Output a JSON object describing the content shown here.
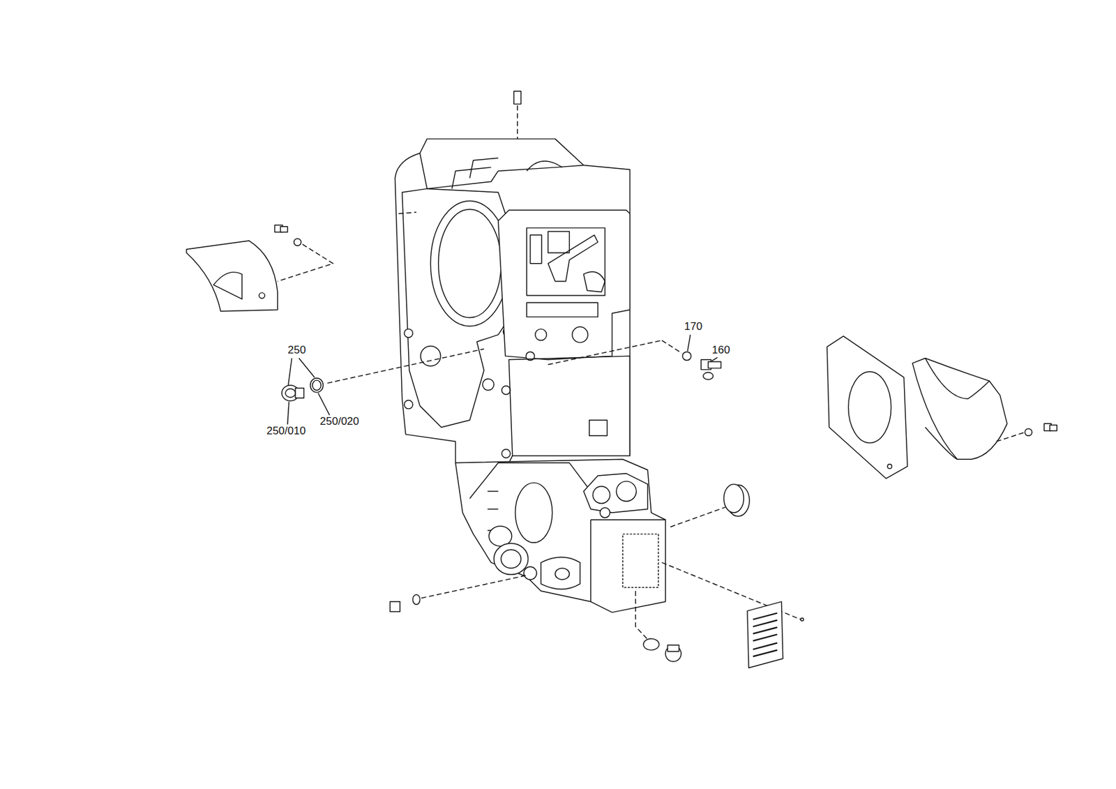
{
  "diagram": {
    "labels": [
      "170",
      "160",
      "250",
      "250/010",
      "250/020"
    ]
  }
}
